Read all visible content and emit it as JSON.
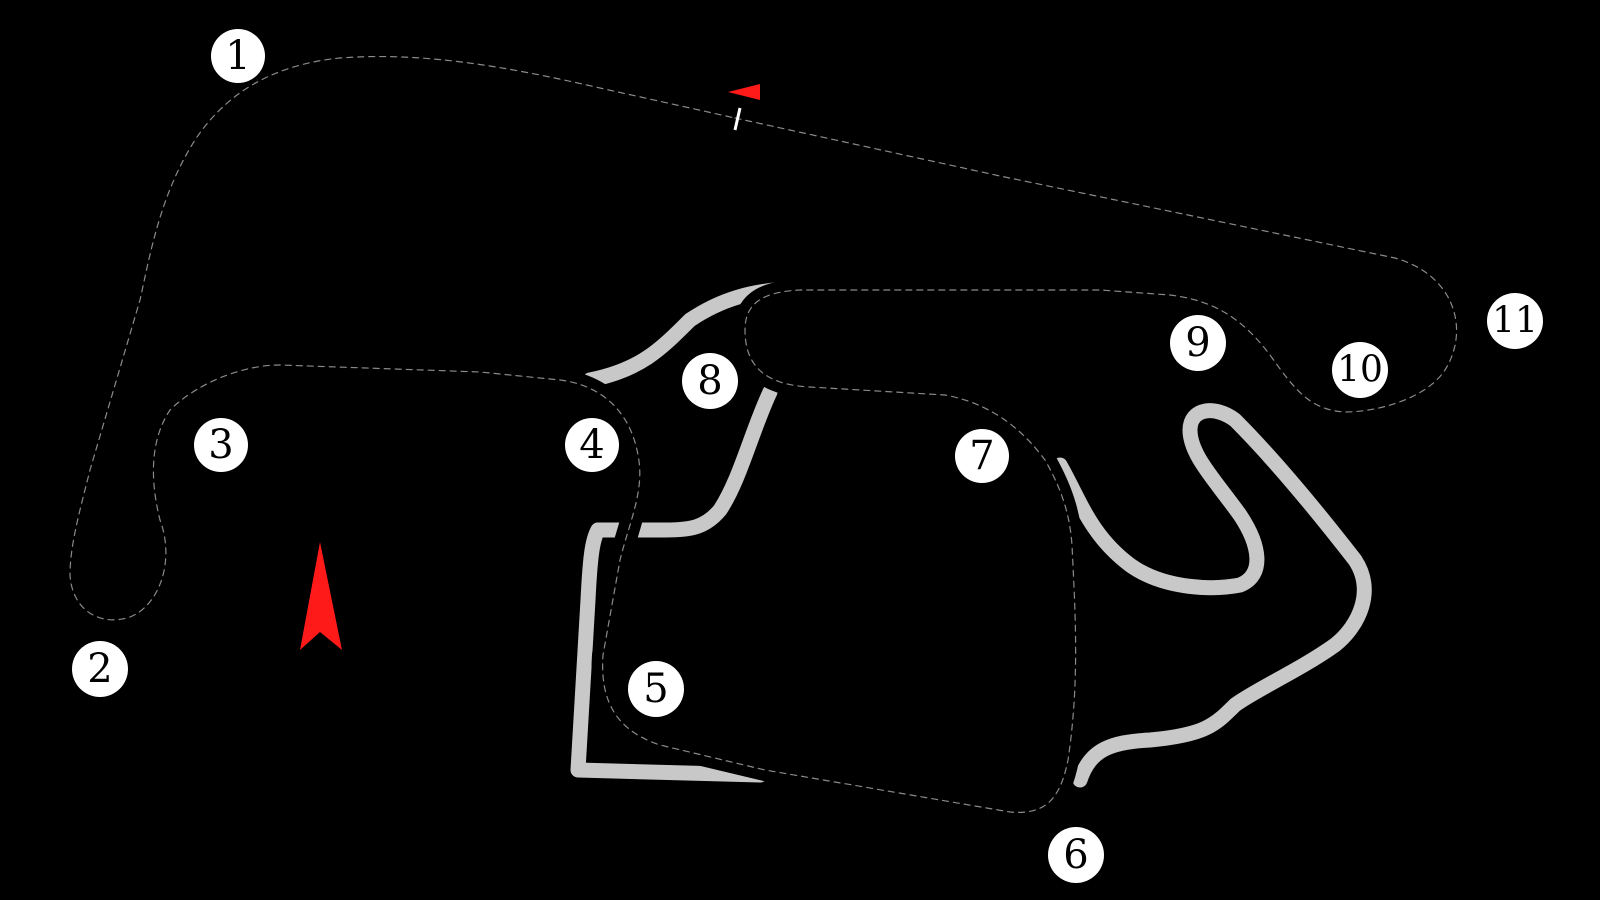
{
  "map": {
    "background_color": "#000000",
    "track_color": "#000000",
    "track_outline_color": "#000000",
    "centerline_color": "#8a8a8a",
    "alternate_layout_color": "#c8c8c8",
    "marker_color": "#ff1a1a",
    "corner_label_fill": "#ffffff",
    "corner_text_color": "#000000"
  },
  "corners": [
    {
      "id": "1",
      "label": "1"
    },
    {
      "id": "2",
      "label": "2"
    },
    {
      "id": "3",
      "label": "3"
    },
    {
      "id": "4",
      "label": "4"
    },
    {
      "id": "5",
      "label": "5"
    },
    {
      "id": "6",
      "label": "6"
    },
    {
      "id": "7",
      "label": "7"
    },
    {
      "id": "8",
      "label": "8"
    },
    {
      "id": "9",
      "label": "9"
    },
    {
      "id": "10",
      "label": "10"
    },
    {
      "id": "11",
      "label": "11"
    }
  ],
  "icons": {
    "start_finish": "start-finish-line-icon",
    "direction": "direction-arrow-icon",
    "flag": "flag-icon"
  }
}
